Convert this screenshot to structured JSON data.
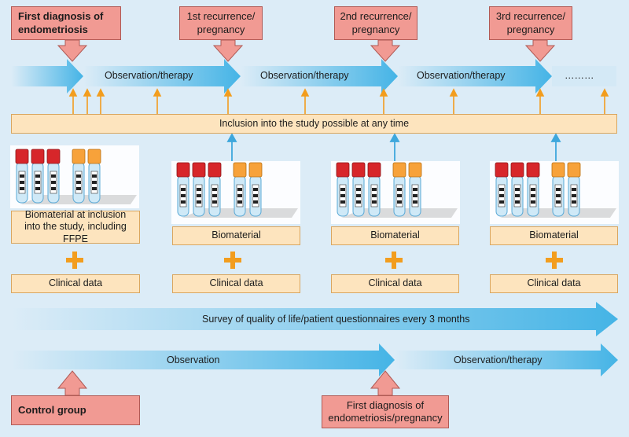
{
  "events": {
    "first_diagnosis": "First diagnosis of endometriosis",
    "recurrence_1": "1st recurrence/ pregnancy",
    "recurrence_2": "2nd recurrence/ pregnancy",
    "recurrence_3": "3rd recurrence/ pregnancy"
  },
  "timeline": {
    "segment_1": "Observation/therapy",
    "segment_2": "Observation/therapy",
    "segment_3": "Observation/therapy",
    "continuation": "………"
  },
  "inclusion": "Inclusion into the study possible at any time",
  "biomaterial": {
    "first": "Biomaterial at inclusion into the study, including FFPE",
    "later": "Biomaterial"
  },
  "clinical_data": "Clinical data",
  "survey": "Survey of quality of life/patient questionnaires every 3 months",
  "control": {
    "observation": "Observation",
    "observation_therapy": "Observation/therapy",
    "group_label": "Control group",
    "first_diagnosis": "First diagnosis of endometriosis/pregnancy"
  },
  "colors": {
    "red_box": "#f19a93",
    "orange_box": "#fde4be",
    "orange_arrow": "#f29d1e",
    "blue_arrow": "#3ea7dc",
    "tube_red": "#d7262a",
    "tube_orange": "#f7a23a"
  }
}
